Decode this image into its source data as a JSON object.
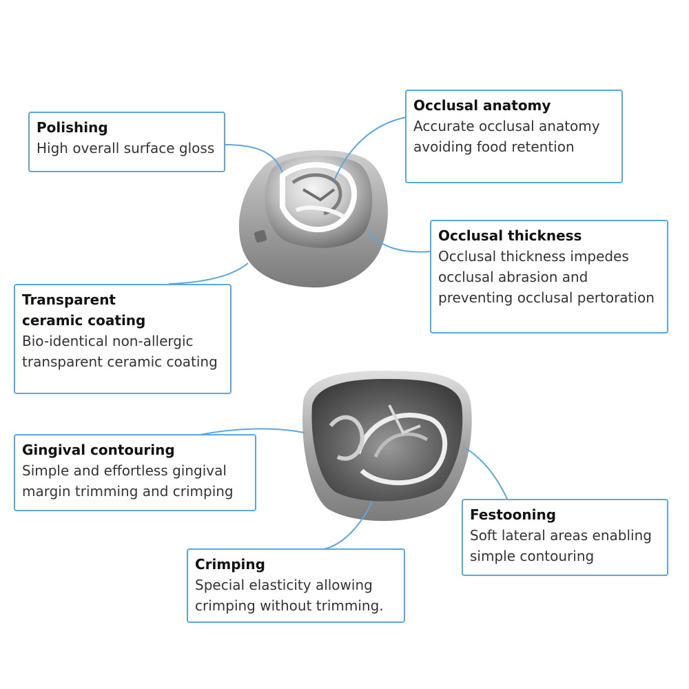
{
  "colors": {
    "accent": "#5aa7e0",
    "metal_light": "#f2f2f2",
    "metal_dark": "#6f6f6f"
  },
  "callouts": {
    "polishing": {
      "title": "Polishing",
      "body": "High overall surface gloss"
    },
    "occlusal_anatomy": {
      "title": "Occlusal anatomy",
      "body": "Accurate occlusal anatomy\navoiding food retention"
    },
    "occlusal_thickness": {
      "title": "Occlusal thickness",
      "body": "Occlusal thickness impedes\nocclusal abrasion and\npreventing occlusal pertoration"
    },
    "ceramic_coating": {
      "title": "Transparent\nceramic coating",
      "body": "Bio-identical non-allergic\ntransparent ceramic coating"
    },
    "gingival_contouring": {
      "title": "Gingival contouring",
      "body": "Simple and effortless gingival\nmargin trimming and crimping"
    },
    "festooning": {
      "title": "Festooning",
      "body": "Soft lateral areas enabling\nsimple contouring"
    },
    "crimping": {
      "title": "Crimping",
      "body": "Special elasticity allowing\ncrimping without trimming."
    }
  }
}
